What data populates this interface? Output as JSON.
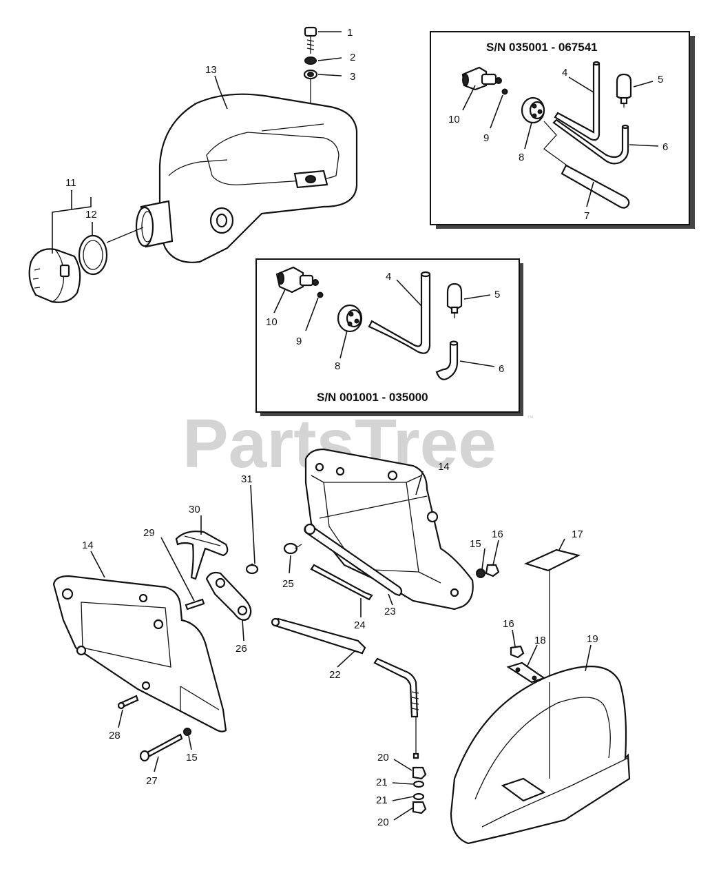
{
  "watermark": {
    "text": "PartsTree",
    "trademark": "™"
  },
  "inset_top": {
    "title": "S/N 035001 - 067541",
    "labels": [
      "4",
      "5",
      "10",
      "9",
      "8",
      "6",
      "7"
    ]
  },
  "inset_bottom": {
    "title": "S/N 001001 - 035000",
    "labels": [
      "4",
      "5",
      "10",
      "9",
      "8",
      "6"
    ]
  },
  "callouts": {
    "fuel_tank": [
      "1",
      "2",
      "3",
      "13",
      "11",
      "12"
    ],
    "handle_assembly": [
      "31",
      "30",
      "29",
      "14",
      "25",
      "23",
      "24",
      "26",
      "22",
      "28",
      "27",
      "15"
    ],
    "right_side": [
      "14",
      "15",
      "16",
      "17",
      "16",
      "18",
      "19",
      "20",
      "21",
      "21",
      "20"
    ]
  }
}
